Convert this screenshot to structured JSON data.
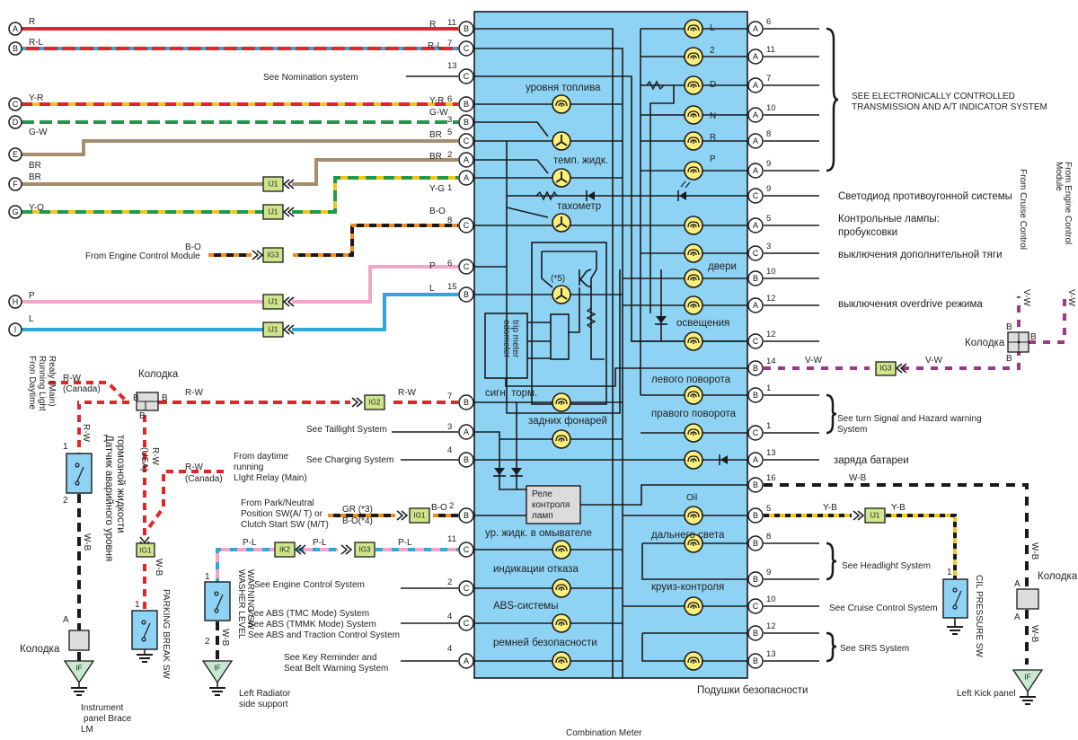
{
  "title": "Combination Meter",
  "colors": {
    "meter_bg": "#8fd3f4",
    "lamp": "#fbee7a",
    "junction": "#cfe58a",
    "ground_tri": "#c8e8cf",
    "switch_box": "#8fd3f4",
    "connector": "#dddddd",
    "R": "#e0262b",
    "L": "#2fa6dc",
    "Y": "#f5c51c",
    "G": "#1f9a48",
    "W": "#ffffff",
    "BR": "#a58d6e",
    "B": "#1a1a1a",
    "O": "#f08a24",
    "P": "#f1a6c8",
    "V": "#9c3b84"
  },
  "left_inputs": [
    {
      "terminal": "A",
      "wire": "R",
      "end_label": "R",
      "pin": "11",
      "conn": "B"
    },
    {
      "terminal": "B",
      "wire": "R-L",
      "end_label": "R-L",
      "pin": "7",
      "conn": "C"
    },
    {
      "terminal": "C",
      "wire": "Y-R",
      "end_label": "Y-R",
      "pin": "6",
      "conn": "B"
    },
    {
      "terminal": "D",
      "wire": "G-W",
      "end_label": "G-W",
      "pin": "3",
      "conn": "B"
    },
    {
      "terminal": "E",
      "wire": "BR",
      "end_label": "BR",
      "pin": "5",
      "conn": "C"
    },
    {
      "terminal": "F",
      "wire": "BR",
      "end_label": "BR",
      "pin": "2",
      "conn": "A",
      "junction": "IJ1"
    },
    {
      "terminal": "G",
      "wire": "Y-O",
      "end_label": "Y-G",
      "pin": "1",
      "conn": "A",
      "junction": "IJ1"
    },
    {
      "terminal": "H",
      "wire": "P",
      "end_label": "P",
      "pin": "6",
      "conn": "C",
      "junction": "IJ1"
    },
    {
      "terminal": "I",
      "wire": "L",
      "end_label": "L",
      "pin": "15",
      "conn": "B",
      "junction": "IJ1"
    }
  ],
  "left_refs": {
    "nomination": {
      "text": "See Nomination system",
      "pin": "13",
      "conn": "C"
    },
    "ecm": {
      "text": "From Engine Control Module",
      "wire": "B-O",
      "junction": "IG3",
      "pin": "8",
      "conn": "C",
      "end_label": "B-O"
    },
    "drl": {
      "text": "Fron Daytime Running Light Realy (Main)",
      "wire": "R-W",
      "note": "(Canada)"
    },
    "kolodka_top": {
      "label": "Колодка",
      "pin_left": "B",
      "pin_right": "B",
      "pin_bottom": "B"
    },
    "rw_main": {
      "wire": "R-W",
      "junction": "IG2",
      "pin": "7",
      "conn": "B",
      "end_label": "R-W"
    },
    "taillight": {
      "text": "See Taillight System",
      "pin": "3",
      "conn": "A"
    },
    "charging": {
      "text": "See Charging System",
      "pin": "4",
      "conn": "B"
    },
    "drl2": {
      "text_lines": [
        "From daytime",
        "running",
        "LIght Relay (Main)"
      ],
      "wire": "R-W",
      "note": "(Canada)"
    },
    "usa": {
      "wire": "R-W",
      "note": "(USA)"
    },
    "park_neutral": {
      "text_lines": [
        "From Park/Neutral",
        "Position SW(A/ T) or",
        "Clutch Start SW (M/T)"
      ],
      "wire_a": "GR (*3)",
      "wire_b": "B-O(*4)",
      "junction": "IG1",
      "end_label": "B-O",
      "pin": "2",
      "conn": "B"
    },
    "washer": {
      "wire": "P-L",
      "junction_a": "IK2",
      "junction_b": "IG3",
      "pin": "11",
      "conn": "C"
    },
    "engine_ctrl": {
      "text": "See Engine Control System",
      "pin": "2",
      "conn": "C"
    },
    "abs": {
      "text_lines": [
        "See ABS (TMC Mode) System",
        "See ABS (TMMK Mode) System",
        "See ABS and Traction Control System"
      ],
      "pin": "4",
      "conn": "C"
    },
    "key_reminder": {
      "text_lines": [
        "See Key Reminder and",
        "Seat Belt Warning System"
      ],
      "pin": "4",
      "conn": "A"
    }
  },
  "bottom_left": {
    "brake_fluid_sensor": {
      "label": "Датчик аварийного уровня тормозной жидкости",
      "pin_top": "1",
      "pin_bottom": "2",
      "wire_top": "R-W",
      "wire_bottom": "W-B"
    },
    "kolodka": {
      "label": "Колодка",
      "pin": "A"
    },
    "ground1": {
      "code": "IF",
      "label_lines": [
        "Instrument",
        "panel Brace",
        "LM"
      ]
    },
    "parking_brake": {
      "label": "PARKING BREAK SW",
      "pin": "1",
      "junction": "IG1",
      "wire": "W-B"
    },
    "washer_sw": {
      "label_lines": [
        "WASHER LEVEL",
        "WARNING SW"
      ],
      "pin_top": "1",
      "pin_bottom": "2",
      "wire": "W-B"
    },
    "ground2": {
      "code": "IF",
      "label_lines": [
        "Left Radiator",
        "side support"
      ]
    }
  },
  "meter": {
    "left_labels": {
      "fuel": "уровня топлива",
      "temp": "темп. жидк.",
      "tach": "тахометр",
      "speedo": "(*5)",
      "odo": "trip meter odometer",
      "brake": "сигн. торм.",
      "tail": "задних фонарей",
      "relay": [
        "Реле",
        "контроля",
        "ламп"
      ],
      "washer": "ур. жидк. в омывателе",
      "malfunction": "индикации отказа",
      "abs": "ABS-системы",
      "belt": "ремней безопасности"
    },
    "right_labels": {
      "L": "L",
      "2": "2",
      "D": "D",
      "N": "N",
      "R": "R",
      "P": "P",
      "doors": "двери",
      "illum": "освещения",
      "left_turn": "левого поворота",
      "right_turn": "правого поворота",
      "oil": "Oil",
      "high_beam": "дальнего света",
      "cruise": "круиз-контроля"
    }
  },
  "right_outputs": [
    {
      "conn": "A",
      "pin": "6"
    },
    {
      "conn": "A",
      "pin": "11"
    },
    {
      "conn": "A",
      "pin": "7"
    },
    {
      "conn": "A",
      "pin": "10"
    },
    {
      "conn": "A",
      "pin": "8"
    },
    {
      "conn": "A",
      "pin": "9"
    },
    {
      "conn": "C",
      "pin": "9"
    },
    {
      "conn": "A",
      "pin": "5"
    },
    {
      "conn": "C",
      "pin": "3"
    },
    {
      "conn": "B",
      "pin": "10"
    },
    {
      "conn": "A",
      "pin": "12"
    },
    {
      "conn": "C",
      "pin": "12"
    },
    {
      "conn": "B",
      "pin": "14"
    },
    {
      "conn": "B",
      "pin": "1"
    },
    {
      "conn": "C",
      "pin": "1"
    },
    {
      "conn": "A",
      "pin": "13"
    },
    {
      "conn": "B",
      "pin": "16"
    },
    {
      "conn": "B",
      "pin": "5"
    },
    {
      "conn": "B",
      "pin": "8"
    },
    {
      "conn": "B",
      "pin": "9"
    },
    {
      "conn": "C",
      "pin": "10"
    },
    {
      "conn": "B",
      "pin": "12"
    },
    {
      "conn": "B",
      "pin": "13"
    }
  ],
  "right_texts": {
    "ect": [
      "SEE ELECTRONICALLY CONTROLLED",
      "TRANSMISSION AND A/T   INDICATOR SYSTEM"
    ],
    "immobilizer": "Светодиод противоугонной системы",
    "control_lamps": [
      "Контрольные лампы:",
      "пробуксовки"
    ],
    "traction_off": "выключения дополнительной тяги",
    "overdrive_off": "выключения overdrive режима",
    "turn_signal": [
      "See turn Signal and Hazard warning",
      "System"
    ],
    "battery": "заряда батареи",
    "headlight": "See Headlight System",
    "cruise": "See Cruise Control System",
    "srs": "See SRS System",
    "airbag": "Подушки безопасности",
    "from_cruise": "From Cruise Control",
    "from_ecm": [
      "From Engine Control",
      "Module"
    ],
    "vw_wire": "V-W",
    "vw_junction": "IG3",
    "kolodka_r": "Колодка",
    "kolodka_pins": [
      "B",
      "B",
      "B"
    ],
    "wb_wire": "W-B",
    "yb_wire": "Y-B",
    "yb_junction": "IJ1",
    "oil_sw": "CIL PRESSURE SW",
    "oil_sw_pin": "1",
    "kolodka_r2": "Колодка",
    "kolodka_r2_pins": [
      "A",
      "A"
    ],
    "ground3": {
      "code": "IF",
      "label": "Left Kick panel"
    }
  }
}
